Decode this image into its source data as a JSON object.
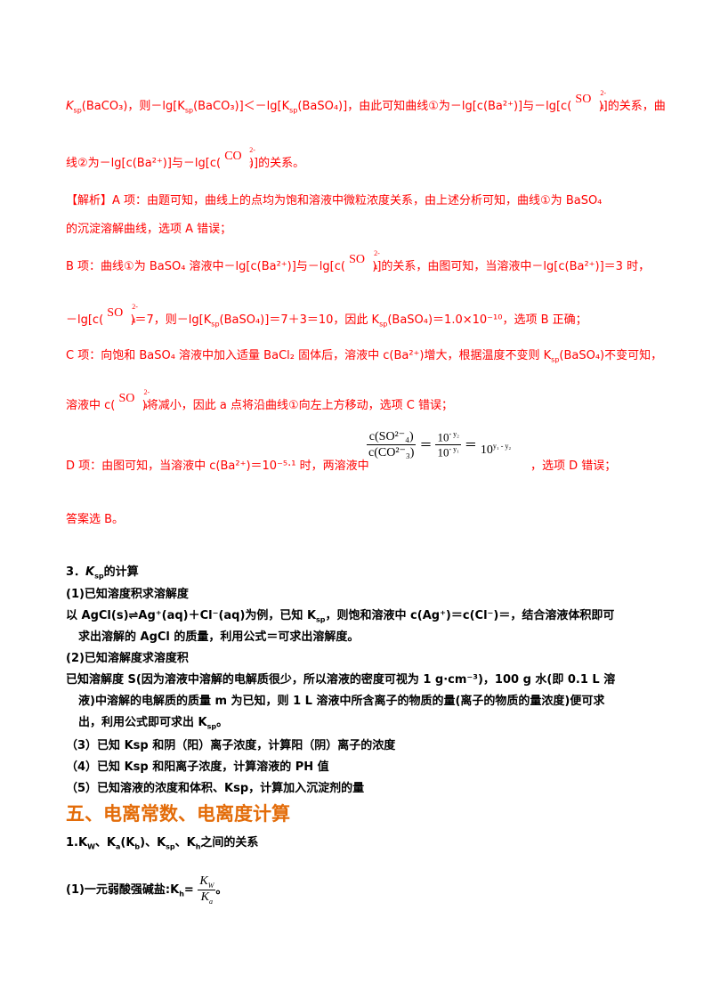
{
  "p1": {
    "a": "K",
    "a_sub": "sp",
    "b": "(BaCO",
    "c": "₃)，则－lg[K",
    "d": "(BaCO₃)]＜－lg[K",
    "e": "(BaSO₄)]，由此可知曲线①为－lg[c(Ba²⁺)]与－lg[c(",
    "f": ")]的关系，曲"
  },
  "p2": {
    "a": "线②为－lg[c(Ba²⁺)]与－lg[c(",
    "b": ")]的关系。"
  },
  "p3": {
    "a": "【解析】A 项：由题可知，曲线上的点均为饱和溶液中微粒浓度关系，由上述分析可知，曲线①为 BaSO₄"
  },
  "p4": {
    "a": "的沉淀溶解曲线，选项 A 错误；"
  },
  "p5": {
    "a": "B 项：曲线①为 BaSO₄ 溶液中－lg[c(Ba²⁺)]与－lg[c(",
    "b": ")]的关系，由图可知，当溶液中－lg[c(Ba²⁺)]＝3 时，"
  },
  "p6": {
    "a": "－lg[c(",
    "b": ")＝7，则－lg[K",
    "c": "(BaSO₄)]＝7＋3＝10，因此 K",
    "d": "(BaSO₄)＝1.0×10⁻¹⁰，选项 B 正确；"
  },
  "p7": {
    "a": "C 项：向饱和 BaSO₄ 溶液中加入适量 BaCl₂ 固体后，溶液中 c(Ba²⁺)增大，根据温度不变则 K",
    "b": "(BaSO₄)不变可知，"
  },
  "p8": {
    "a": "溶液中 c(",
    "b": ")将减小，因此 a 点将沿曲线①向左上方移动，选项 C 错误；"
  },
  "p9": {
    "a": "D 项：由图可知，当溶液中 c(Ba²⁺)＝10⁻⁵·¹ 时，两溶液中",
    "b": "，选项 D 错误；"
  },
  "p10": {
    "a": "答案选 B。"
  },
  "s3": {
    "title_num": "3．",
    "title_k": "K",
    "title_rest": "的计算",
    "l1": "(1)已知溶度积求溶解度",
    "l2a": "以 AgCl(s)",
    "l2b": "Ag⁺(aq)＋Cl⁻(aq)为例，已知 K",
    "l2c": "，则饱和溶液中 c(Ag⁺)＝c(Cl⁻)＝，结合溶液体积即可",
    "l3": "求出溶解的 AgCl 的质量，利用公式＝可求出溶解度。",
    "l4": "(2)已知溶解度求溶度积",
    "l5": "已知溶解度 S(因为溶液中溶解的电解质很少，所以溶液的密度可视为 1 g·cm⁻³)，100 g 水(即 0.1 L 溶",
    "l6": "液)中溶解的电解质的质量 m 为已知，则 1 L 溶液中所含离子的物质的量(离子的物质的量浓度)便可求",
    "l7a": "出，利用公式即可求出 K",
    "l7b": "。",
    "l8": "（3）已知 Ksp 和阴（阳）离子浓度，计算阳（阴）离子的浓度",
    "l9": "（4）已知 Ksp 和阳离子浓度，计算溶液的 PH 值",
    "l10": "（5）已知溶液的浓度和体积、Ksp，计算加入沉淀剂的量"
  },
  "s5": {
    "title": "五、电离常数、电离度计算",
    "h1": "1.K",
    "h1b": "、K",
    "h1c": "(K",
    "h1d": ")、K",
    "h1e": "、K",
    "h1f": "之间的关系",
    "l1a": "(1)一元弱酸强碱盐:K",
    "l1b": "=",
    "l1c": "。",
    "kw": "K",
    "ka": "K"
  },
  "ion": {
    "so4": "SO",
    "co3": "CO",
    "sub4": "4",
    "sub3": "3",
    "chg": "2-"
  },
  "frac": {
    "num": "c(SO²⁻₄)",
    "den": "c(CO²⁻₃)",
    "eq": "＝",
    "n2": "10",
    "e2": "- y₂",
    "d2": "10",
    "de2": "- y₁",
    "r": "10",
    "re": "y₁ - y₂"
  }
}
